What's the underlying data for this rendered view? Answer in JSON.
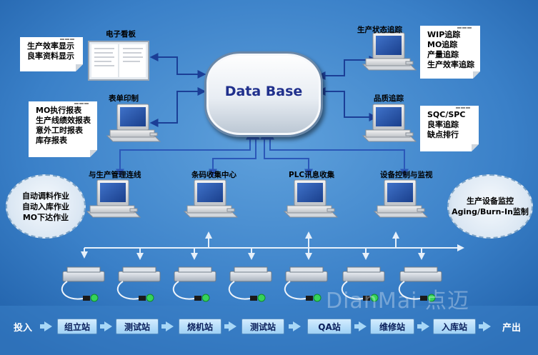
{
  "database": {
    "label": "Data Base"
  },
  "nodes": {
    "e_board": "电子看板",
    "report_print": "表单印制",
    "status_track": "生产状态追踪",
    "quality_track": "品质追踪",
    "mgmt_link": "与生产管理连线",
    "barcode": "条码收集中心",
    "plc": "PLC讯息收集",
    "equip": "设备控制与监视"
  },
  "notes": {
    "e_board": [
      "生产效率显示",
      "良率资料显示"
    ],
    "report_print": [
      "MO执行报表",
      "生产线绩效报表",
      "意外工时报表",
      "库存报表"
    ],
    "status_track": [
      "WIP追踪",
      "MO追踪",
      "产量追踪",
      "生产效率追踪"
    ],
    "quality_track": [
      "SQC/SPC",
      "良率追踪",
      "缺点排行"
    ]
  },
  "bubbles": {
    "left": [
      "自动调料作业",
      "自动入库作业",
      "MO下达作业"
    ],
    "right": [
      "生产设备监控",
      "Aging/Burn-In监制"
    ]
  },
  "flow": {
    "start": "投入",
    "stations": [
      "组立站",
      "测试站",
      "烧机站",
      "测试站",
      "QA站",
      "维修站",
      "入库站"
    ],
    "end": "产出"
  },
  "watermark": "DianMai 点迈",
  "colors": {
    "background": "#2a6fb9",
    "connector": "#1b3e96",
    "bus": "#e6f0fa",
    "db_text": "#1f2f8c",
    "scanner_dot": "#35d35a"
  }
}
